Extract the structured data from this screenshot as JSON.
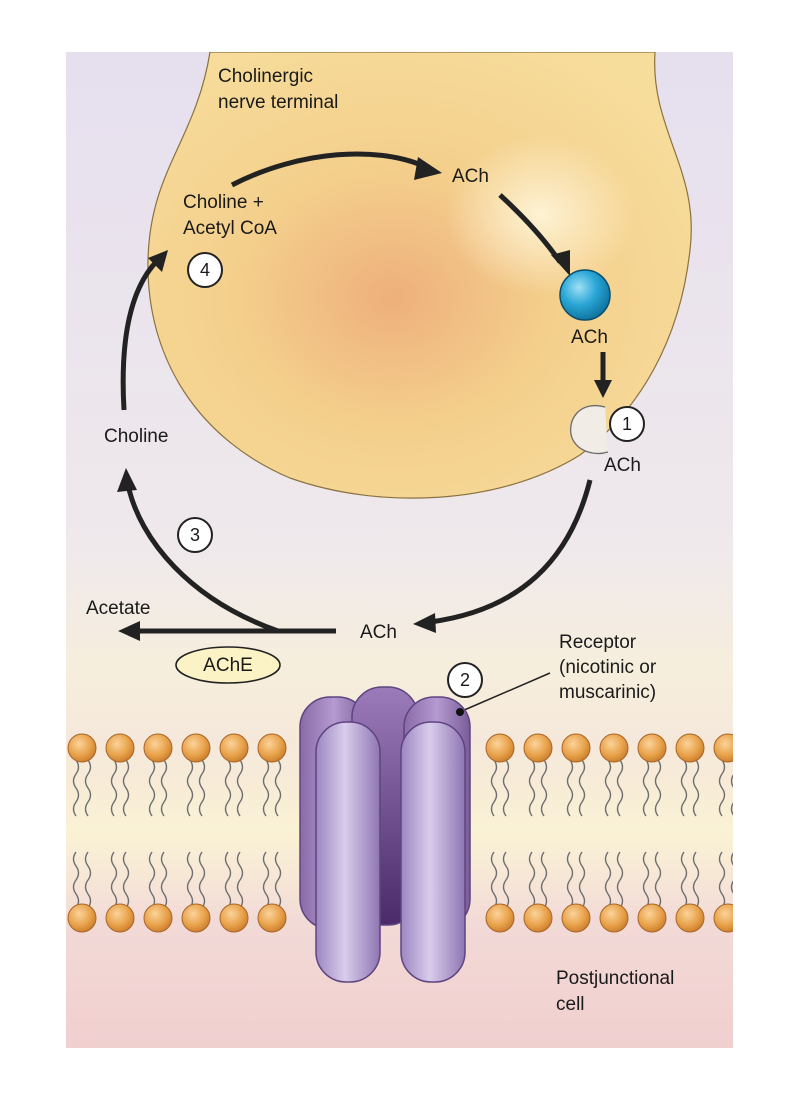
{
  "labels": {
    "terminal_line1": "Cholinergic",
    "terminal_line2": "nerve terminal",
    "choline_plus": "Choline +",
    "acetyl_coa": "Acetyl CoA",
    "ach_top": "ACh",
    "ach_vesicle": "ACh",
    "ach_release": "ACh",
    "choline_left": "Choline",
    "acetate": "Acetate",
    "ache": "AChE",
    "ach_cleft": "ACh",
    "receptor_line1": "Receptor",
    "receptor_line2": "(nicotinic or",
    "receptor_line3": "muscarinic)",
    "postjunctional_line1": "Postjunctional",
    "postjunctional_line2": "cell"
  },
  "steps": [
    "1",
    "2",
    "3",
    "4"
  ],
  "colors": {
    "terminal_fill": "#f5d98e",
    "vesicle": "#2aa6d6",
    "receptor": "#a48cc4",
    "lipid_head": "#e8a24a",
    "ache_fill": "#fbf3c6"
  }
}
